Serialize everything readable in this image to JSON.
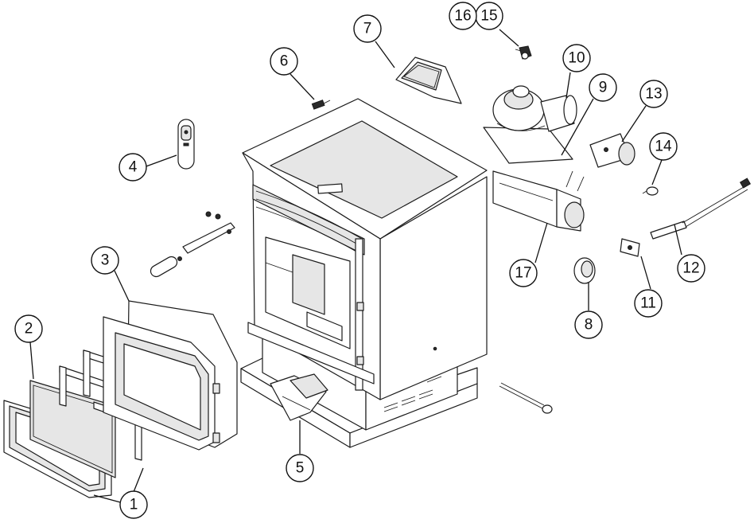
{
  "callouts": [
    {
      "id": "1",
      "label": "1"
    },
    {
      "id": "2",
      "label": "2"
    },
    {
      "id": "3",
      "label": "3"
    },
    {
      "id": "4",
      "label": "4"
    },
    {
      "id": "5",
      "label": "5"
    },
    {
      "id": "6",
      "label": "6"
    },
    {
      "id": "7",
      "label": "7"
    },
    {
      "id": "8",
      "label": "8"
    },
    {
      "id": "9",
      "label": "9"
    },
    {
      "id": "10",
      "label": "10"
    },
    {
      "id": "11",
      "label": "11"
    },
    {
      "id": "12",
      "label": "12"
    },
    {
      "id": "13",
      "label": "13"
    },
    {
      "id": "14",
      "label": "14"
    },
    {
      "id": "15",
      "label": "15"
    },
    {
      "id": "16",
      "label": "16"
    },
    {
      "id": "17",
      "label": "17"
    }
  ],
  "colors": {
    "line": "#1a1a1a",
    "background": "#ffffff"
  }
}
